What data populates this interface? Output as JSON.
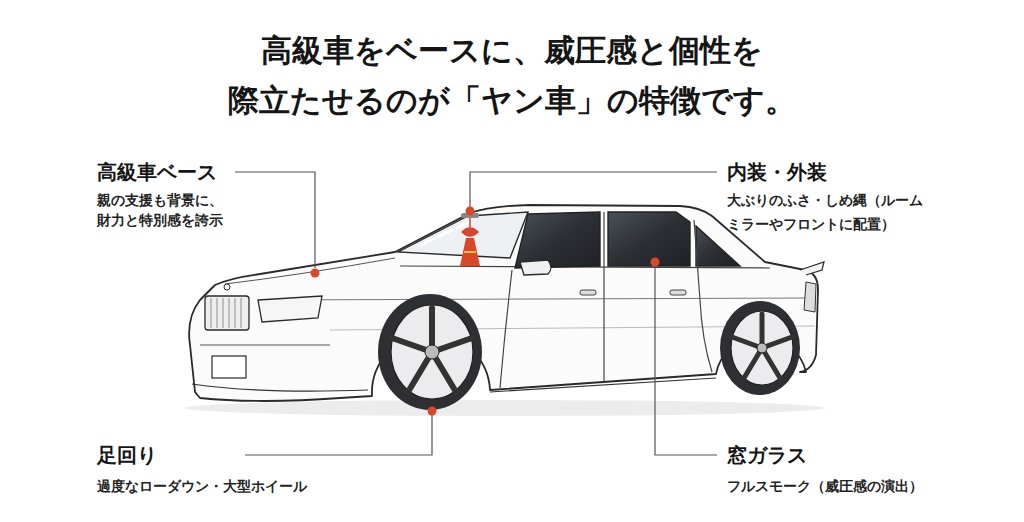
{
  "diagram": {
    "title": "高級車をベースに、威圧感と個性を 際立たせるのが「ヤン車」の特徴です。",
    "labels": [
      "高級車ベース",
      "親の支援も背景に、 財力と特別感を誇示",
      "内装・外装",
      "大ぶりのふさ・しめ縄（ルーム ミラーやフロントに配置）",
      "足回り",
      "過度なローダウン・大型ホイール",
      "窓ガラス",
      "フルスモーク（威圧感の演出）"
    ]
  }
}
